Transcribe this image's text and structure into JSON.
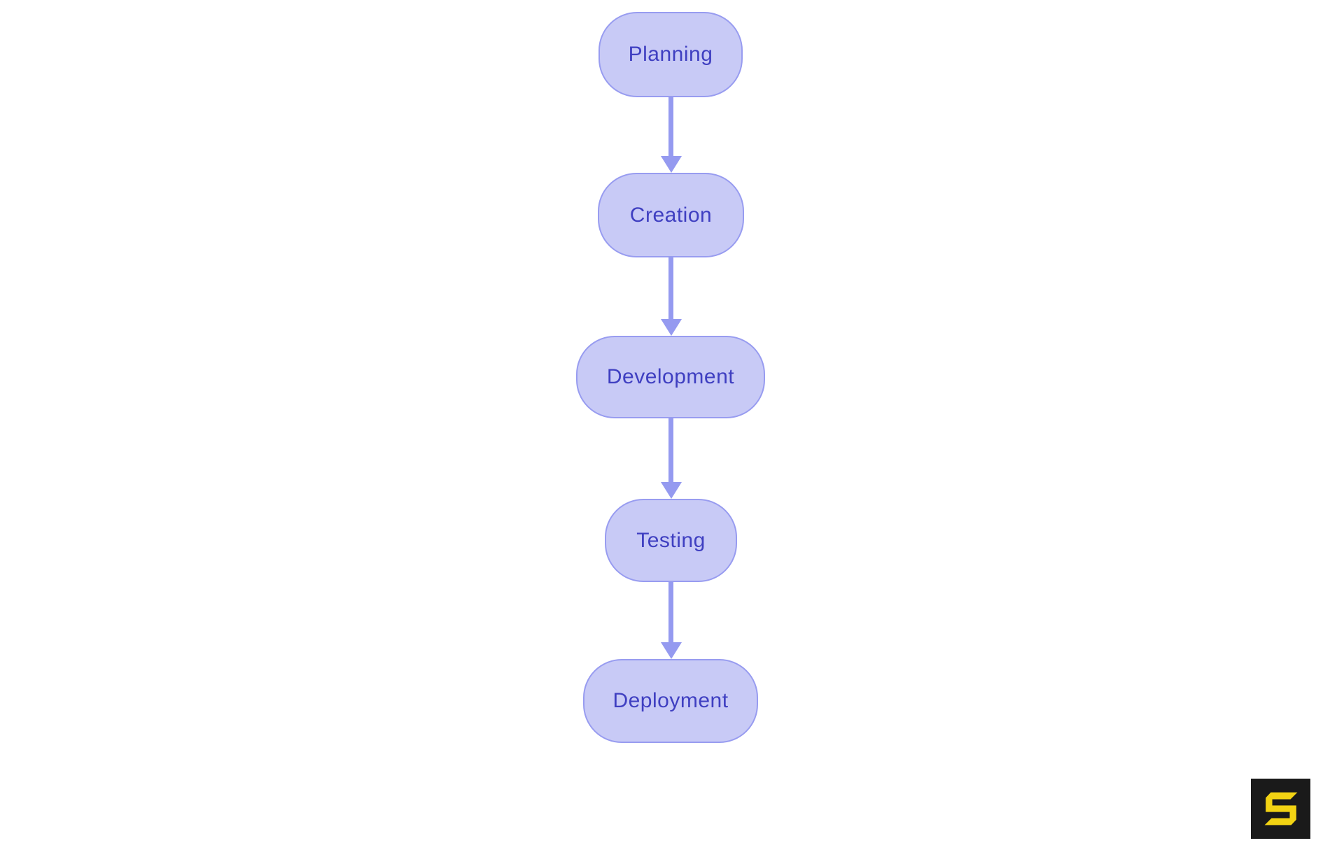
{
  "diagram": {
    "type": "flowchart",
    "direction": "top-down",
    "nodes": [
      {
        "id": "planning",
        "label": "Planning"
      },
      {
        "id": "creation",
        "label": "Creation"
      },
      {
        "id": "development",
        "label": "Development"
      },
      {
        "id": "testing",
        "label": "Testing"
      },
      {
        "id": "deployment",
        "label": "Deployment"
      }
    ],
    "edges": [
      {
        "from": "planning",
        "to": "creation"
      },
      {
        "from": "creation",
        "to": "development"
      },
      {
        "from": "development",
        "to": "testing"
      },
      {
        "from": "testing",
        "to": "deployment"
      }
    ],
    "colors": {
      "background": "#ffffff",
      "node_fill": "#c8caf6",
      "node_border": "#989cf0",
      "node_text": "#3f3fc1",
      "arrow": "#959af0"
    }
  },
  "branding": {
    "logo_icon": "s-logo-icon",
    "logo_background": "#1a1a1a",
    "logo_glyph_color": "#f2d313"
  }
}
